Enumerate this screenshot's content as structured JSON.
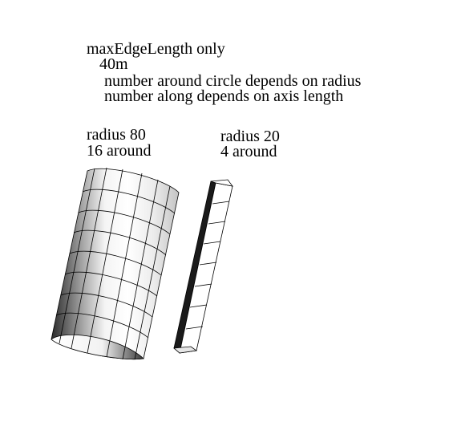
{
  "header": {
    "line1": "maxEdgeLength only",
    "line2": "40m",
    "line3": "number around circle depends on radius",
    "line4": "number along depends on axis length"
  },
  "left_cylinder": {
    "label1": "radius 80",
    "label2": "16 around",
    "around_count": 16
  },
  "right_cylinder": {
    "label1": "radius 20",
    "label2": "4 around",
    "around_count": 4
  },
  "colors": {
    "background": "#ffffff",
    "text": "#000000",
    "mesh_line": "#000000"
  }
}
